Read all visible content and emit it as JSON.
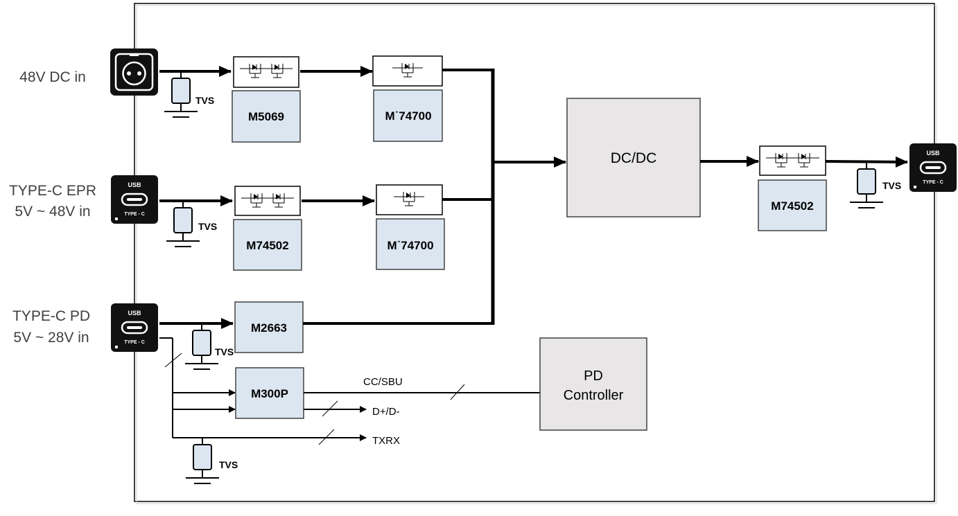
{
  "inputs": {
    "dc_in": {
      "label": "48V DC in"
    },
    "epr_in": {
      "line1": "TYPE-C EPR",
      "line2": "5V ~ 48V in"
    },
    "pd_in": {
      "line1": "TYPE-C PD",
      "line2": "5V ~ 28V in"
    }
  },
  "connectors": {
    "usb_top_text": "USB",
    "usb_bottom_text": "TYPE - C"
  },
  "blocks": {
    "m5069": "M5069",
    "m74700_top": "M˙74700",
    "m74502_row2": "M74502",
    "m74700_row2": "M˙74700",
    "m2663": "M2663",
    "m300p": "M300P",
    "dcdc": "DC/DC",
    "m74502_out": "M74502",
    "pd_controller_line1": "PD",
    "pd_controller_line2": "Controller"
  },
  "tvs_label": "TVS",
  "signals": {
    "cc_sbu": "CC/SBU",
    "dp_dm": "D+/D-",
    "txrx": "TXRX"
  },
  "colors": {
    "block_fill": "#dce6f1",
    "gray_fill": "#e8e6e6",
    "line": "#000000",
    "text": "#404040"
  }
}
